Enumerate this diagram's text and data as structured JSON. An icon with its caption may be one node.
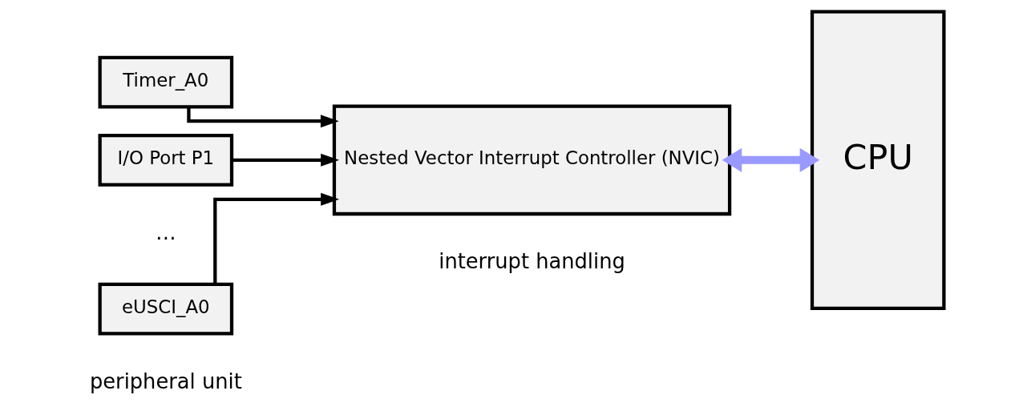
{
  "diagram": {
    "nodes": [
      {
        "text": [
          "Timer_A0"
        ]
      },
      {
        "text": [
          "I/O Port P1"
        ]
      },
      {
        "text": [
          "eUSCI_A0"
        ]
      },
      {
        "text": [
          "Nested Vector Interrupt Controller (NVIC)"
        ]
      },
      {
        "text": [
          "CPU"
        ]
      }
    ],
    "edges": [
      {
        "from": 0,
        "to": 3,
        "arrow": "to"
      },
      {
        "from": 1,
        "to": 3,
        "arrow": "to"
      },
      {
        "from": 2,
        "to": 3,
        "arrow": "to"
      },
      {
        "from": 3,
        "to": 4,
        "arrow": "both",
        "style": "thick",
        "color": "#9999ff"
      }
    ],
    "labels": [
      "…",
      "peripheral unit",
      "interrupt handling"
    ]
  }
}
